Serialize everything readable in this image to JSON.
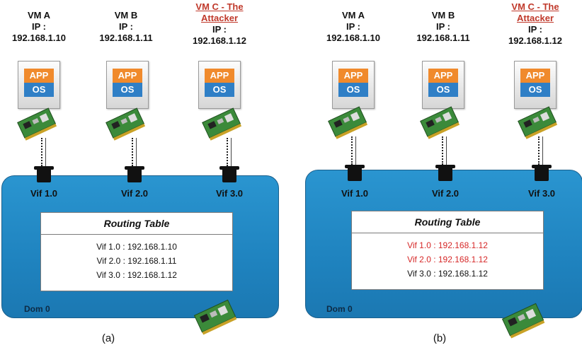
{
  "panels": [
    {
      "caption": "(a)",
      "vms": [
        {
          "name": "VM A",
          "ip_label": "IP :",
          "ip": "192.168.1.10",
          "app": "APP",
          "os": "OS",
          "attacker": false
        },
        {
          "name": "VM B",
          "ip_label": "IP :",
          "ip": "192.168.1.11",
          "app": "APP",
          "os": "OS",
          "attacker": false
        },
        {
          "name": "VM C - The Attacker",
          "ip_label": "IP :",
          "ip": "192.168.1.12",
          "app": "APP",
          "os": "OS",
          "attacker": true
        }
      ],
      "vifs": [
        "Vif 1.0",
        "Vif 2.0",
        "Vif 3.0"
      ],
      "routing_table": {
        "title": "Routing Table",
        "rows": [
          {
            "text": "Vif 1.0 : 192.168.1.10",
            "highlight": false
          },
          {
            "text": "Vif 2.0 : 192.168.1.11",
            "highlight": false
          },
          {
            "text": "Vif 3.0 : 192.168.1.12",
            "highlight": false
          }
        ]
      },
      "dom_label": "Dom 0"
    },
    {
      "caption": "(b)",
      "vms": [
        {
          "name": "VM A",
          "ip_label": "IP :",
          "ip": "192.168.1.10",
          "app": "APP",
          "os": "OS",
          "attacker": false
        },
        {
          "name": "VM B",
          "ip_label": "IP :",
          "ip": "192.168.1.11",
          "app": "APP",
          "os": "OS",
          "attacker": false
        },
        {
          "name": "VM C - The Attacker",
          "ip_label": "IP :",
          "ip": "192.168.1.12",
          "app": "APP",
          "os": "OS",
          "attacker": true
        }
      ],
      "vifs": [
        "Vif 1.0",
        "Vif 2.0",
        "Vif 3.0"
      ],
      "routing_table": {
        "title": "Routing Table",
        "rows": [
          {
            "text": "Vif 1.0 : 192.168.1.12",
            "highlight": true
          },
          {
            "text": "Vif 2.0 : 192.168.1.12",
            "highlight": true
          },
          {
            "text": "Vif 3.0 : 192.168.1.12",
            "highlight": false
          }
        ]
      },
      "dom_label": "Dom 0"
    }
  ],
  "colors": {
    "app": "#f08a2c",
    "os": "#2f7fc6",
    "dom0": "#2a95d0",
    "attacker_text": "#c0392b",
    "rerouted_text": "#d62828"
  }
}
